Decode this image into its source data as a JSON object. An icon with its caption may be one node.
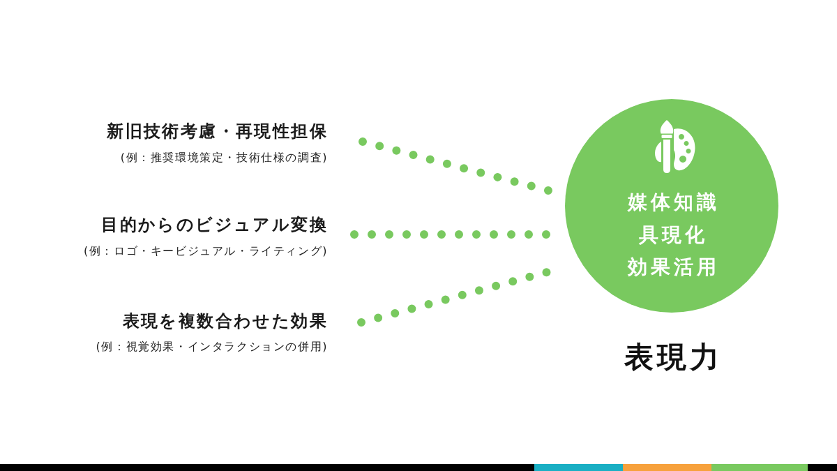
{
  "diagram": {
    "nodes": [
      {
        "text": [
          "新旧技術考慮・再現性担保",
          "(例：推奨環境策定・技術仕様の調査)"
        ]
      },
      {
        "text": [
          "目的からのビジュアル変換",
          "(例：ロゴ・キービジュアル・ライティング)"
        ]
      },
      {
        "text": [
          "表現を複数合わせた効果",
          "(例：視覚効果・インタラクションの併用)"
        ]
      },
      {
        "text": [
          "媒体知識",
          "具現化",
          "効果活用",
          "表現力"
        ]
      }
    ],
    "edges": [
      {
        "from": 0,
        "to": 3,
        "arrow": "none"
      },
      {
        "from": 1,
        "to": 3,
        "arrow": "none"
      },
      {
        "from": 2,
        "to": 3,
        "arrow": "none"
      }
    ]
  }
}
